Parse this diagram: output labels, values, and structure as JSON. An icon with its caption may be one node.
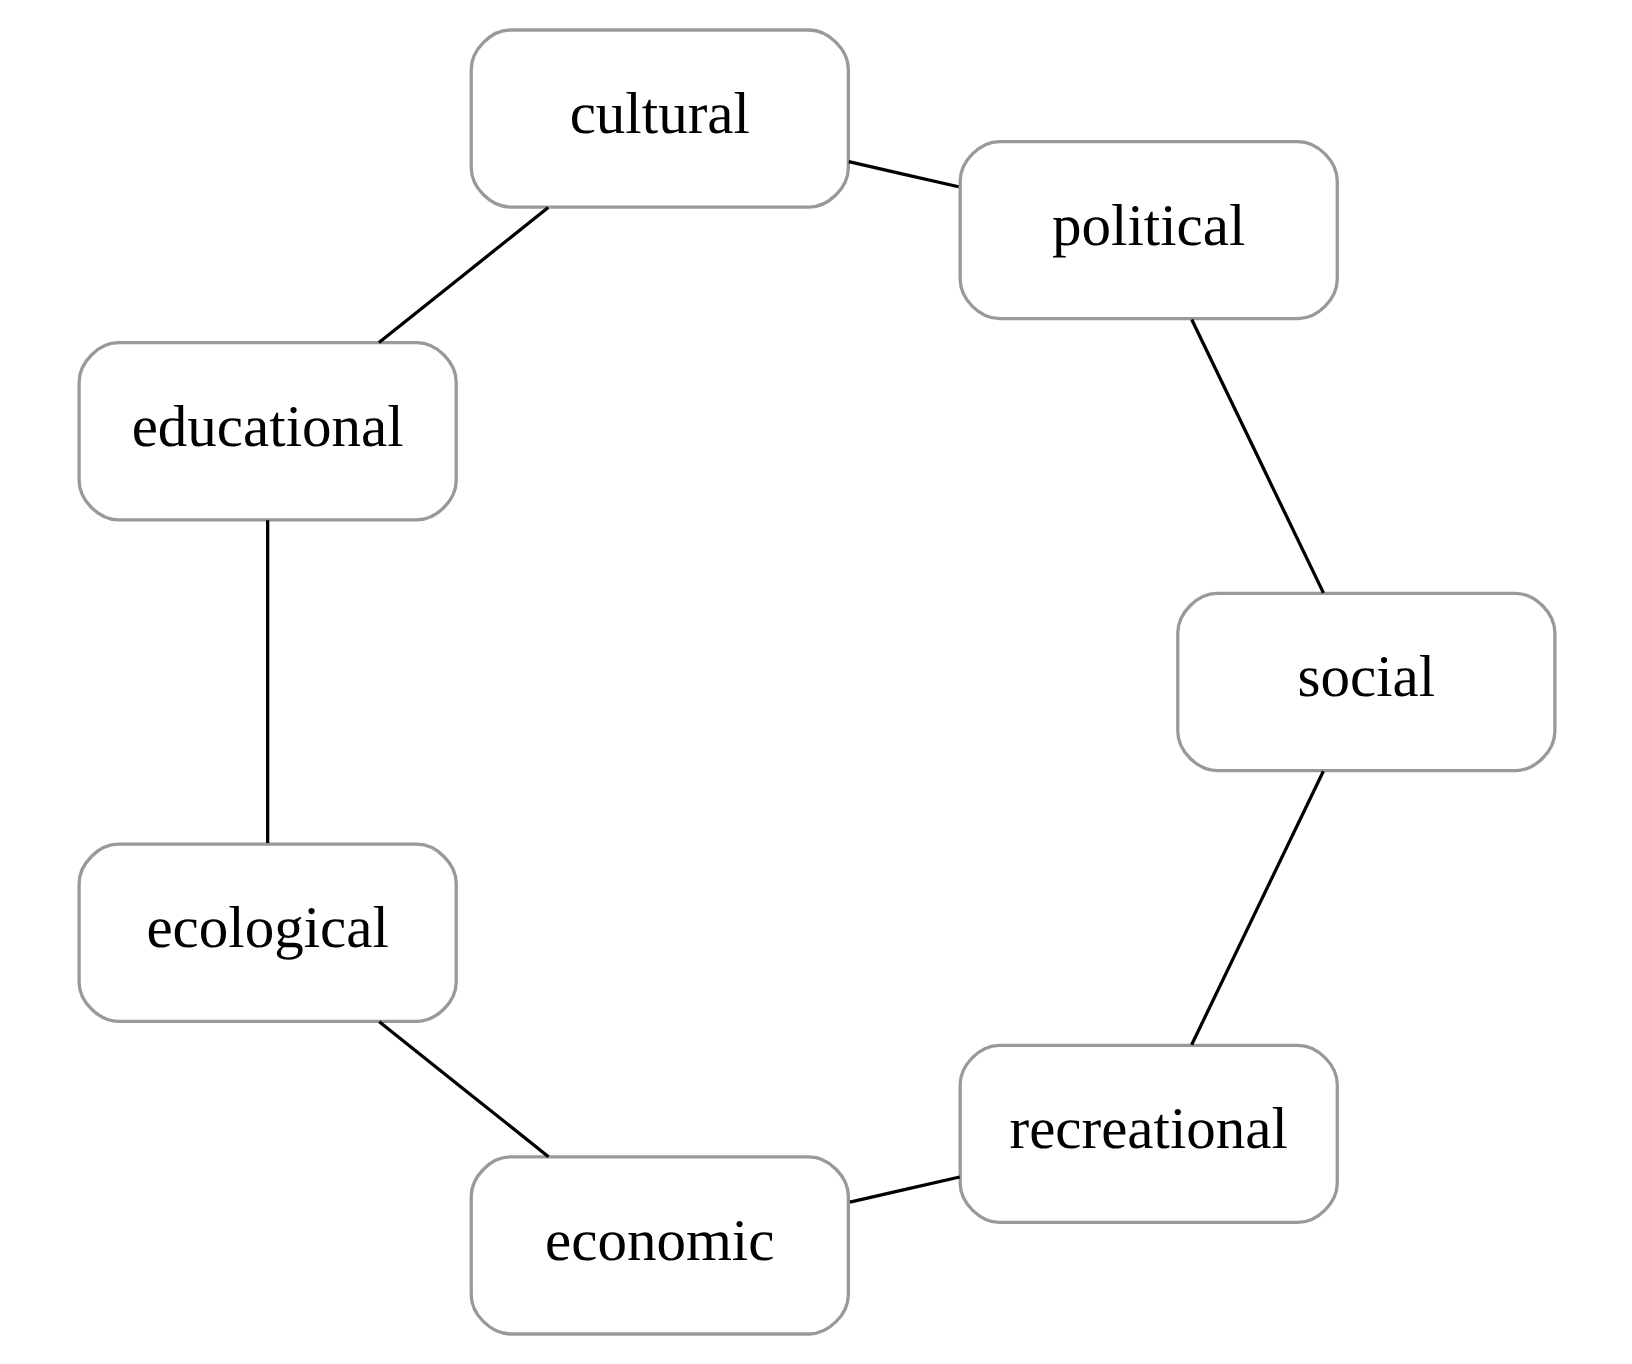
{
  "diagram": {
    "nodes": [
      {
        "text": [
          "recreational"
        ]
      },
      {
        "text": [
          "social"
        ]
      },
      {
        "text": [
          "economic"
        ]
      },
      {
        "text": [
          "political"
        ]
      },
      {
        "text": [
          "ecological"
        ]
      },
      {
        "text": [
          "cultural"
        ]
      },
      {
        "text": [
          "educational"
        ]
      }
    ],
    "edges": [
      {
        "from": 0,
        "to": 2,
        "arrow": "none"
      },
      {
        "from": 2,
        "to": 4,
        "arrow": "none"
      },
      {
        "from": 4,
        "to": 6,
        "arrow": "none"
      },
      {
        "from": 6,
        "to": 5,
        "arrow": "none"
      },
      {
        "from": 5,
        "to": 3,
        "arrow": "none"
      },
      {
        "from": 3,
        "to": 1,
        "arrow": "none"
      },
      {
        "from": 1,
        "to": 0,
        "arrow": "none"
      }
    ]
  }
}
